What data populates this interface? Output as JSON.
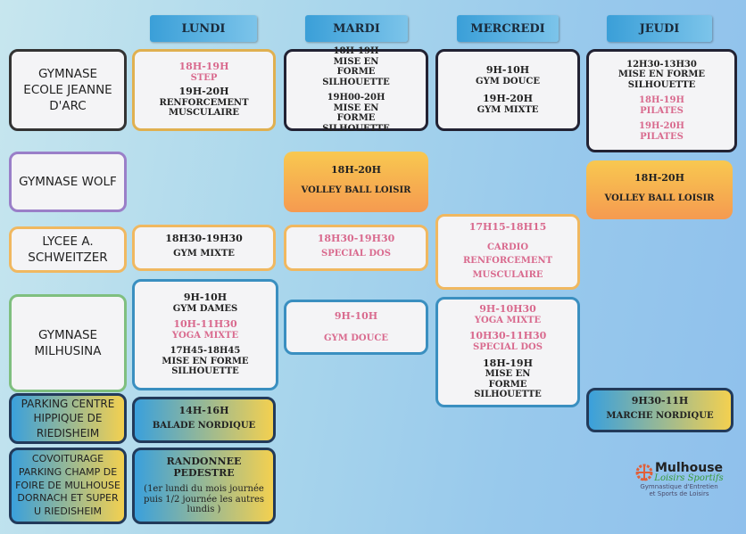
{
  "days": [
    "LUNDI",
    "MARDI",
    "MERCREDI",
    "JEUDI"
  ],
  "venues": [
    "GYMNASE ECOLE JEANNE D'ARC",
    "GYMNASE WOLF",
    "LYCEE A. SCHWEITZER",
    "GYMNASE MILHUSINA",
    "PARKING CENTRE HIPPIQUE DE RIEDISHEIM",
    "COVOITURAGE PARKING CHAMP DE FOIRE DE MULHOUSE DORNACH ET SUPER U RIEDISHEIM"
  ],
  "lundi": {
    "jeanne": [
      {
        "time": "18H-19H",
        "name": "STEP"
      },
      {
        "time": "19H-20H",
        "name": "RENFORCEMENT MUSCULAIRE"
      }
    ],
    "lycee": {
      "time": "18H30-19H30",
      "name": "GYM MIXTE"
    },
    "milhusina": [
      {
        "time": "9H-10H",
        "name": "GYM DAMES"
      },
      {
        "time": "10H-11H30",
        "name": "YOGA MIXTE"
      },
      {
        "time": "17H45-18H45",
        "name": "MISE EN FORME SILHOUETTE"
      }
    ],
    "parking": {
      "time": "14H-16H",
      "name": "BALADE NORDIQUE"
    },
    "rando": {
      "name": "RANDONNEE PEDESTRE",
      "note": "(1er lundi du mois journée puis 1/2 journée les autres lundis )"
    }
  },
  "mardi": {
    "jeanne": [
      {
        "time": "18H-19H",
        "name": "MISE EN FORME SILHOUETTE"
      },
      {
        "time": "19H00-20H",
        "name": "MISE EN FORME SILHOUETTE"
      }
    ],
    "wolf": {
      "time": "18H-20H",
      "name": "VOLLEY BALL LOISIR"
    },
    "lycee": {
      "time": "18H30-19H30",
      "name": "SPECIAL DOS"
    },
    "milhusina": {
      "time": "9H-10H",
      "name": "GYM DOUCE"
    }
  },
  "mercredi": {
    "jeanne": [
      {
        "time": "9H-10H",
        "name": "GYM DOUCE"
      },
      {
        "time": "19H-20H",
        "name": "GYM MIXTE"
      }
    ],
    "lycee": {
      "time": "17H15-18H15",
      "name": "CARDIO RENFORCEMENT MUSCULAIRE"
    },
    "milhusina": [
      {
        "time": "9H-10H30",
        "name": "YOGA MIXTE"
      },
      {
        "time": "10H30-11H30",
        "name": "SPECIAL DOS"
      },
      {
        "time": "18H-19H",
        "name": "MISE EN FORME SILHOUETTE"
      }
    ]
  },
  "jeudi": {
    "jeanne": [
      {
        "time": "12H30-13H30",
        "name": "MISE EN FORME SILHOUETTE"
      },
      {
        "time": "18H-19H",
        "name": "PILATES"
      },
      {
        "time": "19H-20H",
        "name": "PILATES"
      }
    ],
    "wolf": {
      "time": "18H-20H",
      "name": "VOLLEY BALL LOISIR"
    },
    "parking": {
      "time": "9H30-11H",
      "name": "MARCHE NORDIQUE"
    }
  },
  "logo": {
    "title": "Mulhouse",
    "subtitle": "Loisirs Sportifs",
    "line1": "Gymnastique d'Entretien",
    "line2": "et Sports de Loisirs"
  }
}
